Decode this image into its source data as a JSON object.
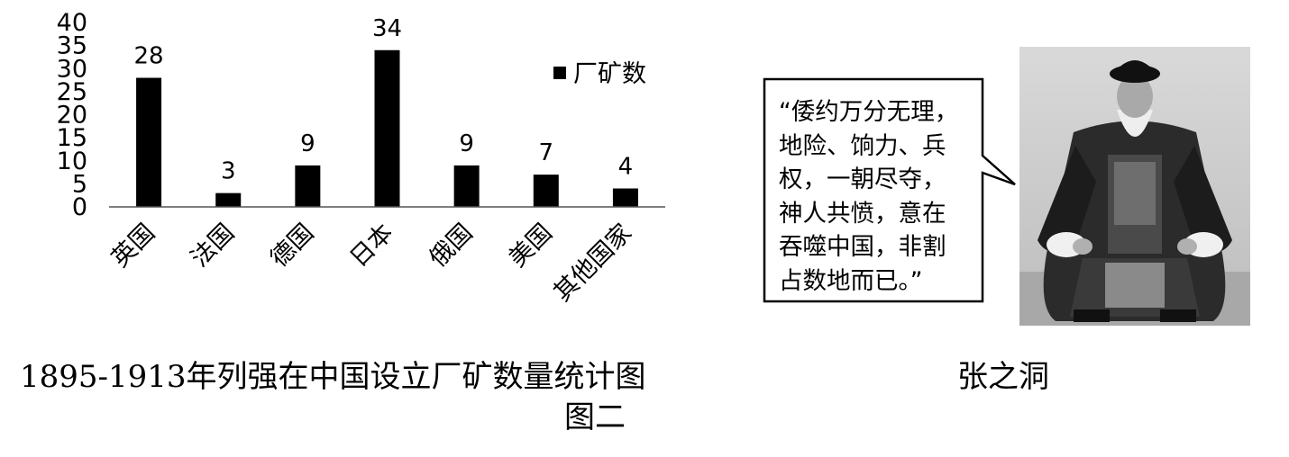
{
  "chart_data": {
    "type": "bar",
    "categories": [
      "英国",
      "法国",
      "德国",
      "日本",
      "俄国",
      "美国",
      "其他国家"
    ],
    "series": [
      {
        "name": "厂矿数",
        "values": [
          28,
          3,
          9,
          34,
          9,
          7,
          4
        ]
      }
    ],
    "data_labels": [
      "28",
      "3",
      "9",
      "34",
      "9",
      "7",
      "4"
    ],
    "y_ticks": [
      "0",
      "5",
      "10",
      "15",
      "20",
      "25",
      "30",
      "35",
      "40"
    ],
    "ylim": [
      0,
      40
    ],
    "legend_position": "top-right",
    "grid": false,
    "bar_color": "#000000"
  },
  "captions": {
    "chart": "1895-1913年列强在中国设立厂矿数量统计图",
    "figure": "图二",
    "person": "张之洞"
  },
  "speech_bubble": {
    "lines": [
      "“倭约万分无理，",
      "地险、饷力、兵",
      "权，一朝尽夺，",
      "神人共愤，意在",
      "吞噬中国，非割",
      "占数地而已。”"
    ]
  }
}
